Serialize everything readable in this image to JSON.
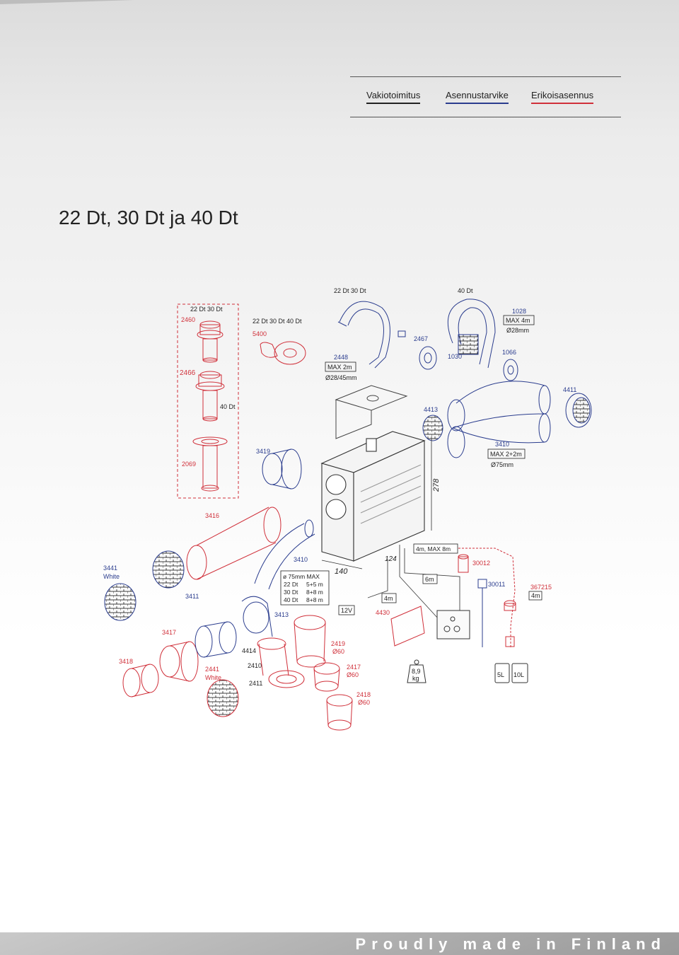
{
  "legend": {
    "standard": "Vakiotoimitus",
    "installation": "Asennustarvike",
    "special": "Erikoisasennus"
  },
  "title": "22 Dt, 30 Dt ja 40 Dt",
  "colors": {
    "standard": "#222222",
    "installation": "#2b3d8e",
    "special": "#d0303a"
  },
  "diagram": {
    "col_22_30": "22 Dt   30 Dt",
    "col_40": "40 Dt",
    "kit_header": "22 Dt   30 Dt",
    "kit_header2": "22 Dt  30 Dt  40 Dt",
    "kit_40": "40 Dt",
    "p2460": "2460",
    "p2466": "2466",
    "p2069": "2069",
    "p5400": "5400",
    "p2448": "2448",
    "p2448_box": "MAX 2m",
    "p2448_dia": "Ø28/45mm",
    "p2467": "2467",
    "p1030": "1030",
    "p1028": "1028",
    "p1028_box": "MAX 4m",
    "p1028_dia": "Ø28mm",
    "p1066": "1066",
    "p4411": "4411",
    "p4413": "4413",
    "p3410a": "3410",
    "p3410a_box": "MAX 2+2m",
    "p3410a_dia": "Ø75mm",
    "p3419": "3419",
    "p278": "278",
    "p3416": "3416",
    "p3441": "3441",
    "p3441_white": "White",
    "p3411": "3411",
    "p3410b": "3410",
    "tbl_head": "ø 75mm MAX",
    "tbl_r1a": "22 Dt",
    "tbl_r1b": "5+5 m",
    "tbl_r2a": "30 Dt",
    "tbl_r2b": "8+8 m",
    "tbl_r3a": "40 Dt",
    "tbl_r3b": "8+8 m",
    "p140": "140",
    "p124": "124",
    "max8": "4m, MAX 8m",
    "p30012": "30012",
    "p6m": "6m",
    "p30011": "30011",
    "p367215": "367215",
    "p367215_4m": "4m",
    "p12v": "12V",
    "p4m": "4m",
    "p4430": "4430",
    "p3413": "3413",
    "p3417": "3417",
    "p3418": "3418",
    "p2441": "2441",
    "p2441_white": "White",
    "p4414": "4414",
    "p2410": "2410",
    "p2411": "2411",
    "p2419": "2419",
    "p2419_dia": "Ø60",
    "p2417": "2417",
    "p2417_dia": "Ø60",
    "p2418": "2418",
    "p2418_dia": "Ø60",
    "weight_a": "8,9",
    "weight_b": "kg",
    "tank_5": "5L",
    "tank_10": "10L"
  },
  "footer": {
    "slogan": "Proudly made in Finland"
  }
}
